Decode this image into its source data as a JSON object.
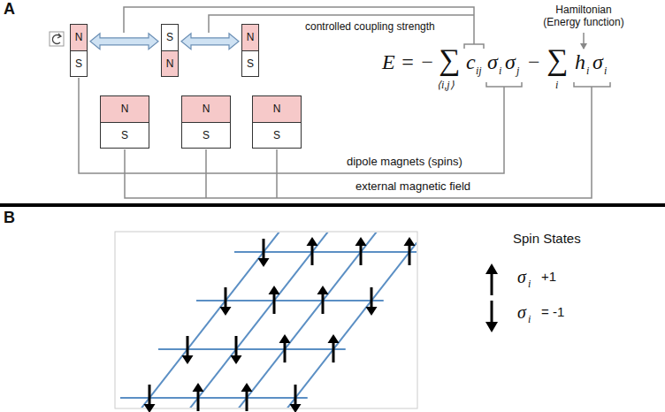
{
  "diagram": {
    "nodes": [
      {
        "text": [
          "N",
          "S"
        ]
      },
      {
        "text": [
          "S",
          "N"
        ]
      },
      {
        "text": [
          "N",
          "S"
        ]
      },
      {
        "text": [
          "N",
          "S"
        ]
      },
      {
        "text": [
          "N",
          "S"
        ]
      },
      {
        "text": [
          "N",
          "S"
        ]
      }
    ],
    "edges": [
      {
        "from": 0,
        "to": 1,
        "arrow": "both"
      },
      {
        "from": 1,
        "to": 2,
        "arrow": "both"
      }
    ],
    "labels": [
      "A",
      "controlled coupling strength",
      "Hamiltonian (Energy function)",
      "E = −",
      "∑",
      "⟨i,j⟩",
      "c",
      "ij",
      "σ",
      "i",
      "σ",
      "j",
      "−",
      "∑",
      "i",
      "h",
      "i",
      "σ",
      "i",
      "dipole magnets (spins)",
      "external magnetic field",
      "B",
      "Spin States",
      "σ",
      "i",
      "+1",
      "σ",
      "i",
      "= -1"
    ]
  }
}
